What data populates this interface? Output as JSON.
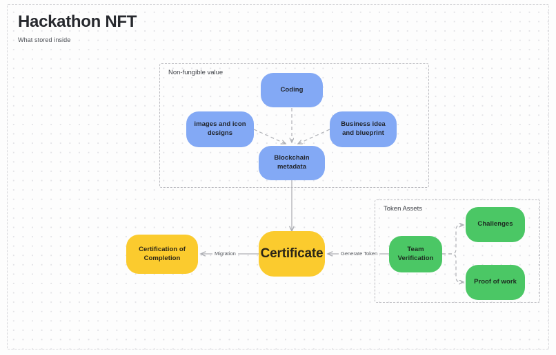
{
  "header": {
    "title": "Hackathon NFT",
    "subtitle": "What stored inside"
  },
  "groups": [
    {
      "id": "non-fungible-value",
      "label": "Non-fungible value"
    },
    {
      "id": "token-assets",
      "label": "Token Assets"
    }
  ],
  "nodes": [
    {
      "id": "coding",
      "label": "Coding",
      "color": "#83a9f5"
    },
    {
      "id": "images-and-icon-designs",
      "label": "images and icon designs",
      "color": "#83a9f5"
    },
    {
      "id": "business-idea-and-blueprint",
      "label": "Business idea and blueprint",
      "color": "#83a9f5"
    },
    {
      "id": "blockchain-metadata",
      "label": "Blockchain metadata",
      "color": "#83a9f5"
    },
    {
      "id": "certificate",
      "label": "Certificate",
      "color": "#fbcb2e"
    },
    {
      "id": "certification-of-completion",
      "label": "Certification of Completion",
      "color": "#fbcb2e"
    },
    {
      "id": "team-verification",
      "label": "Team Verification",
      "color": "#4bc765"
    },
    {
      "id": "challenges",
      "label": "Challenges",
      "color": "#4bc765"
    },
    {
      "id": "proof-of-work",
      "label": "Proof of work",
      "color": "#4bc765"
    }
  ],
  "node_labels": {
    "coding": "Coding",
    "images_line1": "images and icon",
    "images_line2": "designs",
    "business_line1": "Business idea",
    "business_line2": "and blueprint",
    "blockchain_line1": "Blockchain",
    "blockchain_line2": "metadata",
    "certificate": "Certificate",
    "completion_line1": "Certification of",
    "completion_line2": "Completion",
    "team_line1": "Team",
    "team_line2": "Verification",
    "challenges": "Challenges",
    "proof_of_work": "Proof of work"
  },
  "edges": [
    {
      "id": "coding-to-blockchain",
      "from": "coding",
      "to": "blockchain-metadata",
      "label": "",
      "style": "dashed"
    },
    {
      "id": "images-to-blockchain",
      "from": "images-and-icon-designs",
      "to": "blockchain-metadata",
      "label": "",
      "style": "dashed"
    },
    {
      "id": "business-to-blockchain",
      "from": "business-idea-and-blueprint",
      "to": "blockchain-metadata",
      "label": "",
      "style": "dashed"
    },
    {
      "id": "blockchain-to-certificate",
      "from": "blockchain-metadata",
      "to": "certificate",
      "label": "",
      "style": "solid"
    },
    {
      "id": "certificate-to-completion",
      "from": "certificate",
      "to": "certification-of-completion",
      "label": "Migration",
      "style": "solid"
    },
    {
      "id": "team-to-certificate",
      "from": "team-verification",
      "to": "certificate",
      "label": "Generate Token",
      "style": "solid"
    },
    {
      "id": "team-to-challenges",
      "from": "team-verification",
      "to": "challenges",
      "label": "",
      "style": "dashed"
    },
    {
      "id": "team-to-proof",
      "from": "team-verification",
      "to": "proof-of-work",
      "label": "",
      "style": "dashed"
    }
  ],
  "edge_labels": {
    "migration": "Migration",
    "generate_token": "Generate Token"
  },
  "colors": {
    "blue": "#83a9f5",
    "green": "#4bc765",
    "yellow": "#fbcb2e",
    "edge": "#aeb0b5",
    "group_border": "#b9b9be",
    "canvas": "#fdfdfd"
  }
}
